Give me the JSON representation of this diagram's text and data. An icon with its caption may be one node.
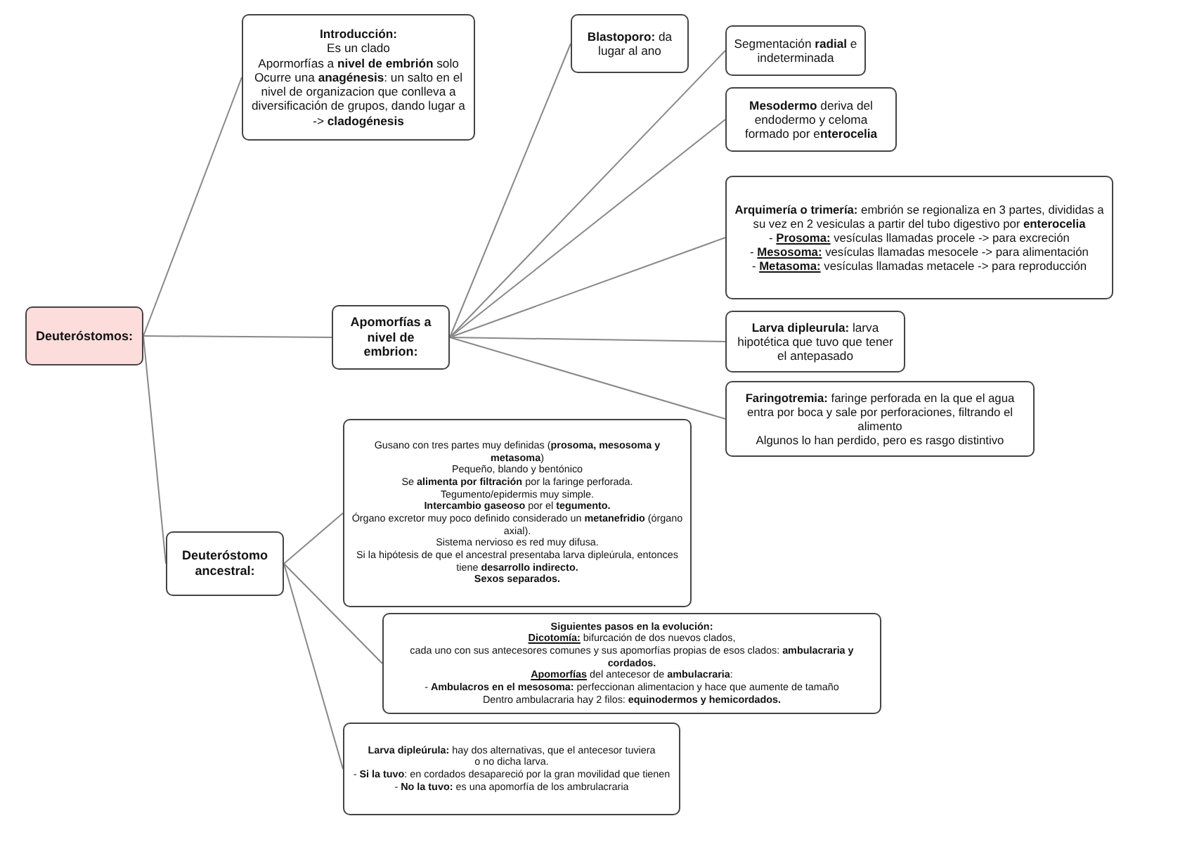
{
  "diagram": {
    "nodes": [
      {
        "text": [
          "Deuteróstomos:"
        ]
      },
      {
        "text": [
          "Introducción:",
          "Es un clado",
          "Apormorfías a **nivel de embrión** solo",
          "Ocurre una **anagénesis**: un salto en el nivel de organizacion que conlleva a diversificación de grupos, dando lugar a -> **cladogénesis**"
        ]
      },
      {
        "text": [
          "Apomorfías a nivel de embrion:"
        ]
      },
      {
        "text": [
          "Deuteróstomo ancestral:"
        ]
      },
      {
        "text": [
          "**Blastoporo:** da lugar al ano"
        ]
      },
      {
        "text": [
          "Segmentación **radial** e indeterminada"
        ]
      },
      {
        "text": [
          "**Mesodermo** deriva del endodermo y celoma formado por e**nterocelia**"
        ]
      },
      {
        "text": [
          "**Arquimería o trimería:** embrión se regionaliza en 3 partes, divididas a su vez en 2 vesiculas a partir del tubo digestivo por **enterocelia**",
          "- **Prosoma:** vesículas llamadas procele -> para excreción",
          "- **Mesosoma:** vesículas llamadas mesocele -> para alimentación",
          "- **Metasoma:** vesículas llamadas metacele -> para reproducción"
        ]
      },
      {
        "text": [
          "**Larva dipleurula:** larva hipotética que tuvo que tener el antepasado"
        ]
      },
      {
        "text": [
          "**Faringotremia:** faringe perforada en la que el agua entra por boca y sale por perforaciones, filtrando el alimento",
          "Algunos lo han perdido, pero es rasgo distintivo"
        ]
      },
      {
        "text": [
          "Gusano con tres partes muy definidas (**prosoma, mesosoma y metasoma**)",
          "Pequeño, blando y bentónico",
          "Se **alimenta por filtración** por la faringe perforada.",
          "Tegumento/epidermis muy simple.",
          "**Intercambio gaseoso** por el **tegumento.**",
          "Órgano excretor muy poco definido considerado un **metanefridio** (órgano axial).",
          "Sistema nervioso es red muy difusa.",
          "Si la hipótesis de que el ancestral presentaba larva dipleúrula, entonces tiene **desarrollo indirecto.**",
          "Sexos separados."
        ]
      },
      {
        "text": [
          "Siguientes pasos en la evolución:",
          "**Dicotomía:** bifurcación de dos nuevos clados,",
          "cada uno con sus antecesores comunes y sus apomorfías propias de esos clados: **ambulacraria y cordados.**",
          "**Apomorfías** del antecesor de **ambulacraria**:",
          "- **Ambulacros en el mesosoma:** perfeccionan alimentacion y hace que aumente de tamaño",
          "Dentro ambulacraria hay 2 filos: **equinodermos y hemicordados.**"
        ]
      },
      {
        "text": [
          "**Larva dipleúrula:** hay dos alternativas, que el antecesor tuviera",
          "o no dicha larva.",
          "- **Si la tuvo**: en cordados desapareció por la gran movilidad que tienen",
          "- **No la tuvo:** es una apomorfía de los ambrulacraria"
        ]
      }
    ],
    "edges": [
      {
        "from": 0,
        "to": 1,
        "arrow": "none"
      },
      {
        "from": 0,
        "to": 2,
        "arrow": "none"
      },
      {
        "from": 0,
        "to": 3,
        "arrow": "none"
      },
      {
        "from": 2,
        "to": 4,
        "arrow": "none"
      },
      {
        "from": 2,
        "to": 5,
        "arrow": "none"
      },
      {
        "from": 2,
        "to": 6,
        "arrow": "none"
      },
      {
        "from": 2,
        "to": 7,
        "arrow": "none"
      },
      {
        "from": 2,
        "to": 8,
        "arrow": "none"
      },
      {
        "from": 2,
        "to": 9,
        "arrow": "none"
      },
      {
        "from": 3,
        "to": 10,
        "arrow": "none"
      },
      {
        "from": 3,
        "to": 11,
        "arrow": "none"
      },
      {
        "from": 3,
        "to": 12,
        "arrow": "none"
      }
    ]
  }
}
